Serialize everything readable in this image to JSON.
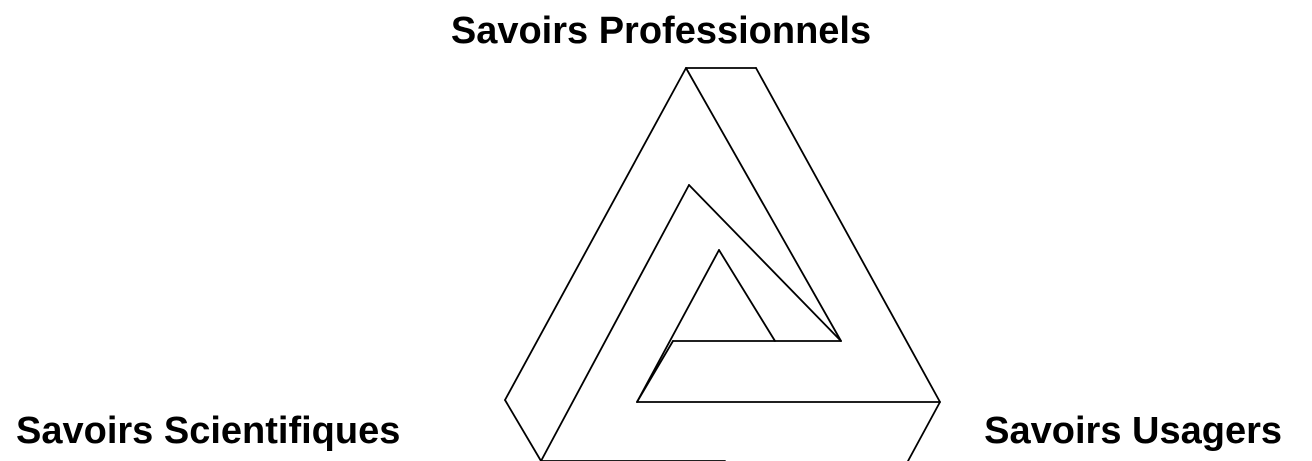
{
  "diagram": {
    "top_label": "Savoirs Professionnels",
    "left_label": "Savoirs Scientifiques",
    "right_label": "Savoirs Usagers"
  },
  "colors": {
    "background": "#ffffff",
    "ink": "#000000"
  }
}
